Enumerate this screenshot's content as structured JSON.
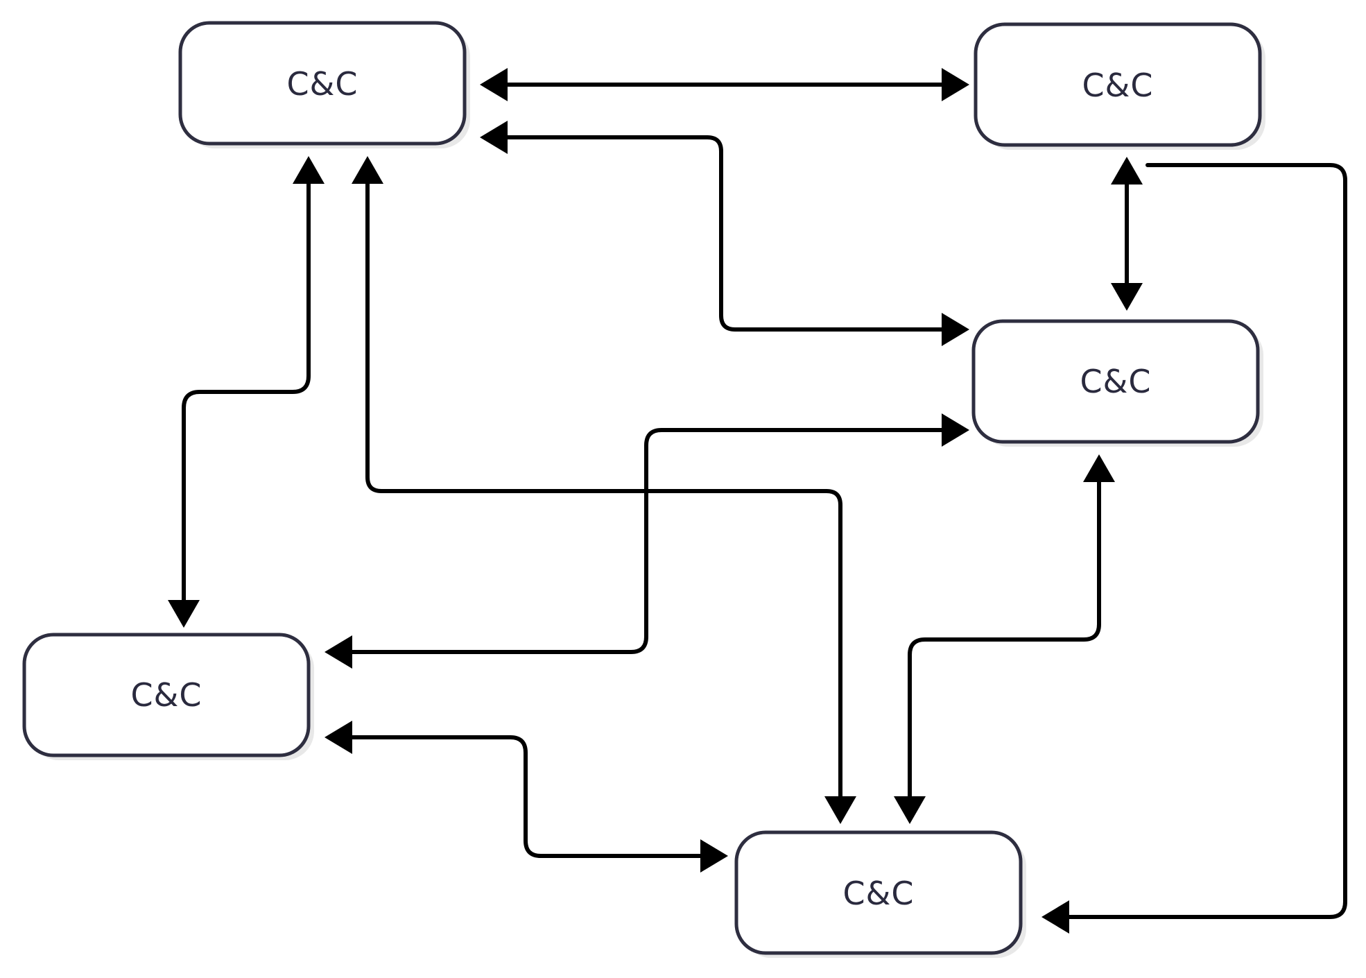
{
  "nodes": [
    {
      "id": "top-left",
      "label": "C&C"
    },
    {
      "id": "top-right",
      "label": "C&C"
    },
    {
      "id": "mid-right",
      "label": "C&C"
    },
    {
      "id": "bottom-left",
      "label": "C&C"
    },
    {
      "id": "bottom-center",
      "label": "C&C"
    }
  ],
  "edges": [
    {
      "from": "top-left",
      "to": "top-right",
      "direction": "both"
    },
    {
      "from": "top-left",
      "to": "mid-right",
      "direction": "both"
    },
    {
      "from": "top-left",
      "to": "bottom-left",
      "direction": "both"
    },
    {
      "from": "top-left",
      "to": "bottom-center",
      "direction": "both"
    },
    {
      "from": "top-right",
      "to": "mid-right",
      "direction": "both"
    },
    {
      "from": "top-right",
      "to": "bottom-center",
      "direction": "forward"
    },
    {
      "from": "mid-right",
      "to": "bottom-left",
      "direction": "both"
    },
    {
      "from": "mid-right",
      "to": "bottom-center",
      "direction": "both"
    },
    {
      "from": "bottom-left",
      "to": "bottom-center",
      "direction": "both"
    }
  ],
  "colors": {
    "node_border": "#2e2e40",
    "node_fill": "#ffffff",
    "node_shadow": "#e8e8e8",
    "edge": "#000000",
    "label": "#2a2a3e"
  }
}
